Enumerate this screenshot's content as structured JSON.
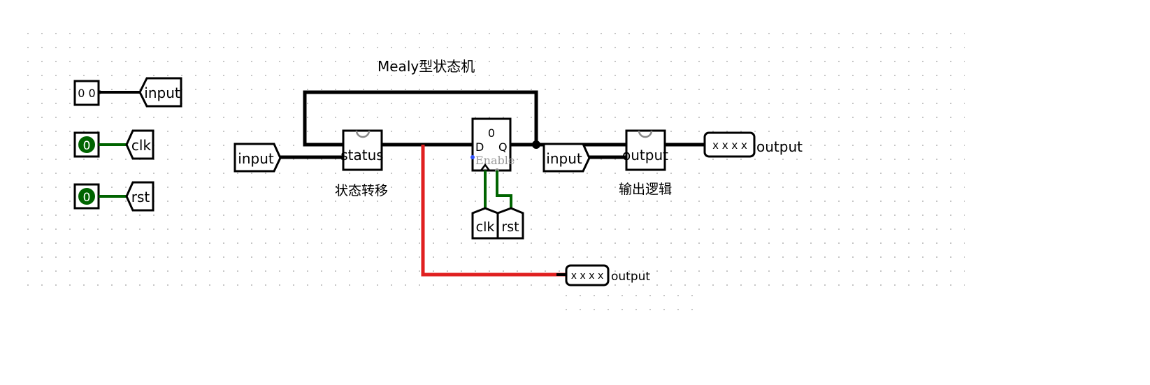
{
  "title": "Mealy型状态机",
  "pins": {
    "input_value": "0 0",
    "input_tunnel": "input",
    "clk_value": "0",
    "clk_tunnel": "clk",
    "rst_value": "0",
    "rst_tunnel": "rst"
  },
  "circuit": {
    "status_input_tunnel": "input",
    "status_block": "status",
    "status_caption": "状态转移",
    "register_value": "0",
    "register_d": "D",
    "register_q": "Q",
    "register_enable": "Enable",
    "register_clk_tunnel": "clk",
    "register_rst_tunnel": "rst",
    "output_input_tunnel": "input",
    "output_block": "output",
    "output_caption": "输出逻辑",
    "output_probe_value": "x x x x",
    "output_probe_label": "output",
    "state_probe_value": "x x x x",
    "state_probe_label": "output"
  },
  "colors": {
    "wire": "#000000",
    "wire_active": "#006400",
    "wire_error": "#e02020",
    "pin_fill": "#006400"
  }
}
